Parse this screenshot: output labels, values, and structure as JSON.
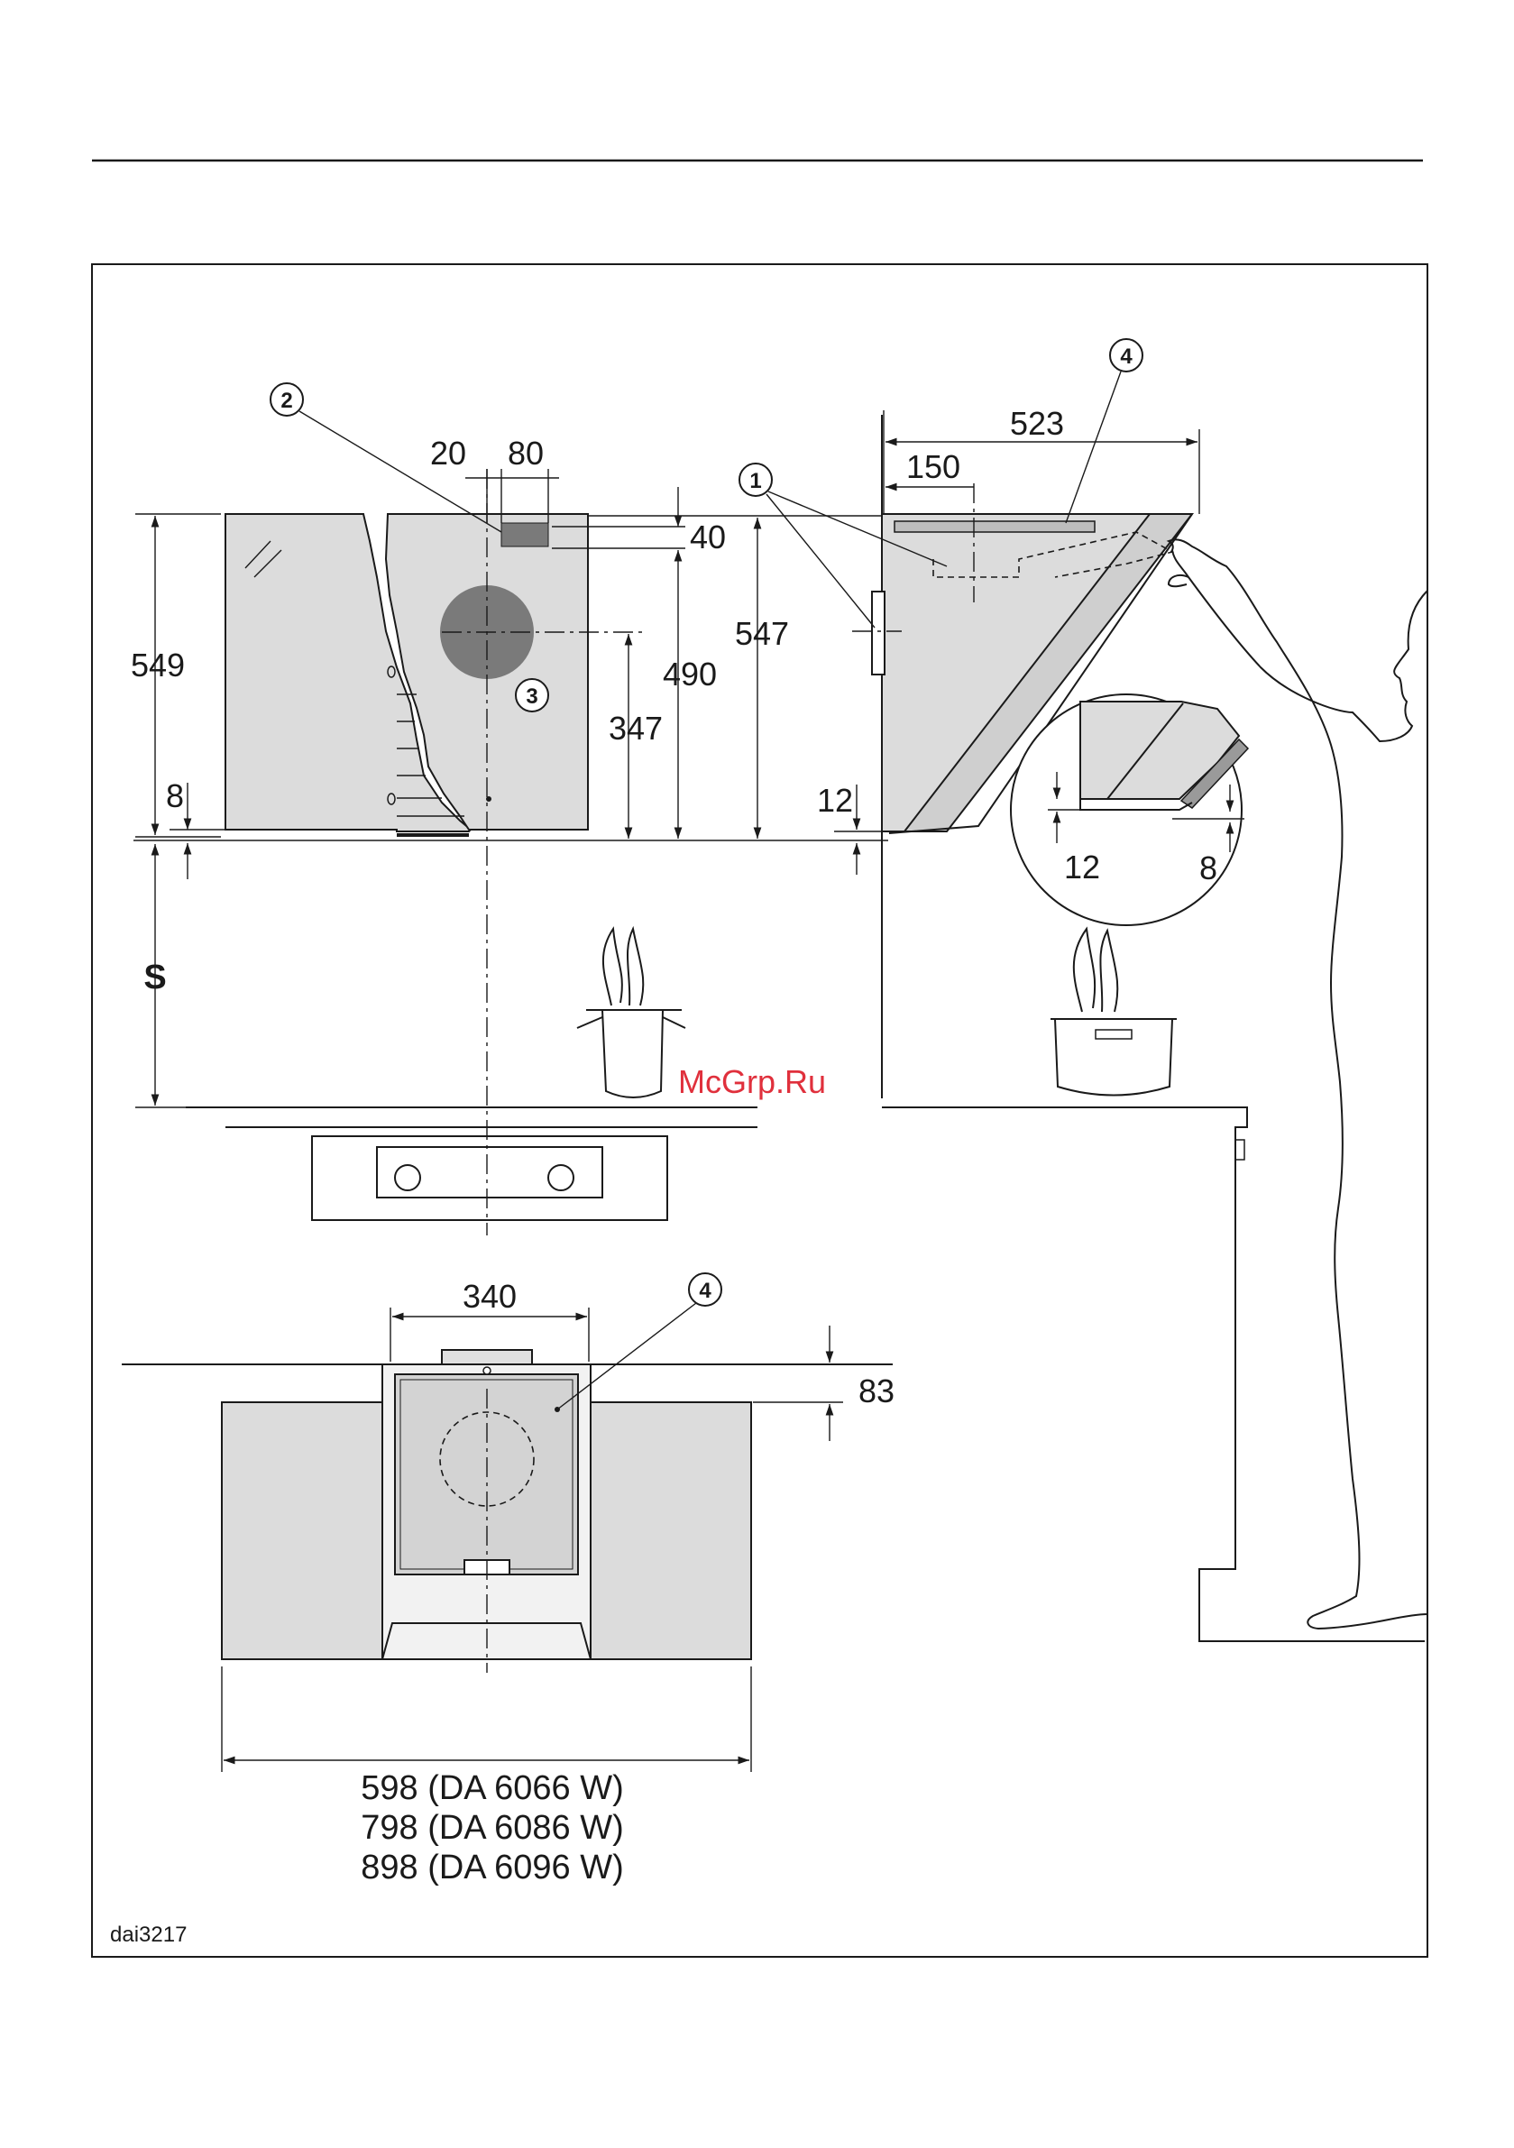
{
  "dimensions": {
    "d20": "20",
    "d80": "80",
    "d40": "40",
    "d549": "549",
    "d490": "490",
    "d547": "547",
    "d347": "347",
    "d8_left": "8",
    "d12_front": "12",
    "d523": "523",
    "d150": "150",
    "d12_detail": "12",
    "d8_detail": "8",
    "d340": "340",
    "d83": "83"
  },
  "labels": {
    "s": "S",
    "widths": [
      "598 (DA 6066 W)",
      "798 (DA 6086 W)",
      "898 (DA 6096 W)"
    ],
    "drawing_code": "dai3217",
    "watermark": "McGrp.Ru"
  },
  "callouts": {
    "c1": "1",
    "c2": "2",
    "c3": "3",
    "c4_top": "4",
    "c4_bottom": "4"
  },
  "colors": {
    "panel_fill": "#dcdcdc",
    "spot_fill": "#7a7a7a",
    "watermark": "#e0303c"
  }
}
